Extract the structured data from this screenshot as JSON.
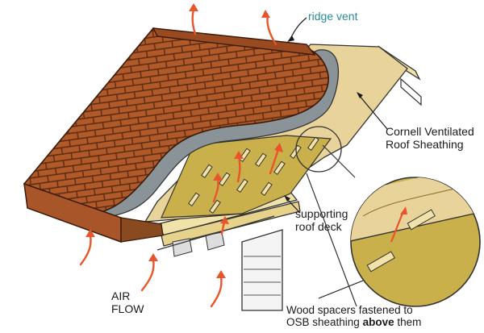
{
  "diagram": {
    "labels": {
      "ridge_vent": "ridge vent",
      "cornell_line1": "Cornell Ventilated",
      "cornell_line2": "Roof Sheathing",
      "deck_line1": "supporting",
      "deck_line2": "roof deck",
      "air_line1": "AIR",
      "air_line2": "FLOW",
      "spacers_line1": "Wood spacers fastened to",
      "spacers_line2_pre": "OSB sheathing ",
      "spacers_line2_bold": "above",
      "spacers_line2_post": " them"
    },
    "colors": {
      "shingle": "#b05a2a",
      "shingle_line": "#5a2a10",
      "membrane": "#8a9498",
      "sheathing": "#e8d49a",
      "osb": "#c9b04a",
      "wood": "#f0e2a8",
      "arrow": "#e8552a",
      "ridge_label": "#2a8a9a"
    }
  }
}
